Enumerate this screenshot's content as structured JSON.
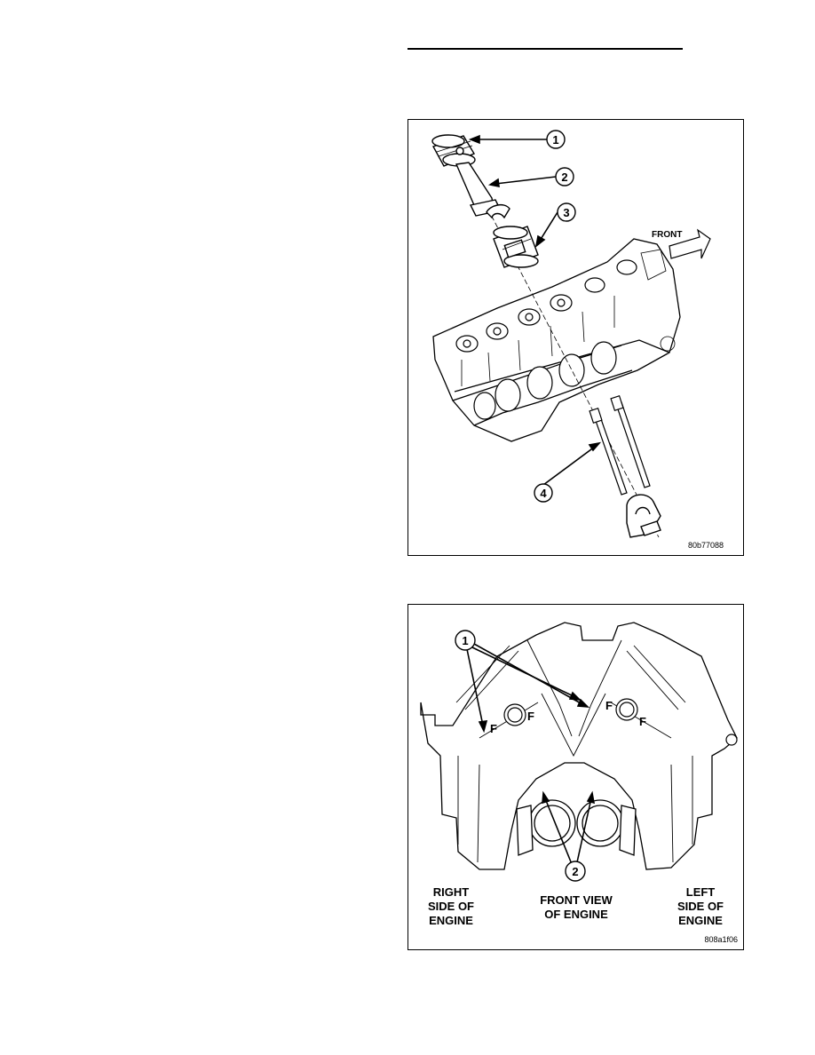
{
  "figure1": {
    "callouts": [
      "1",
      "2",
      "3",
      "4"
    ],
    "front_label": "FRONT",
    "code": "80b77088"
  },
  "figure2": {
    "callouts": [
      "1",
      "2"
    ],
    "bearing_cap_marks": [
      "F",
      "F",
      "F",
      "F"
    ],
    "labels": {
      "right": "RIGHT\nSIDE OF\nENGINE",
      "front": "FRONT VIEW\nOF ENGINE",
      "left": "LEFT\nSIDE OF\nENGINE"
    },
    "code": "808a1f06"
  }
}
